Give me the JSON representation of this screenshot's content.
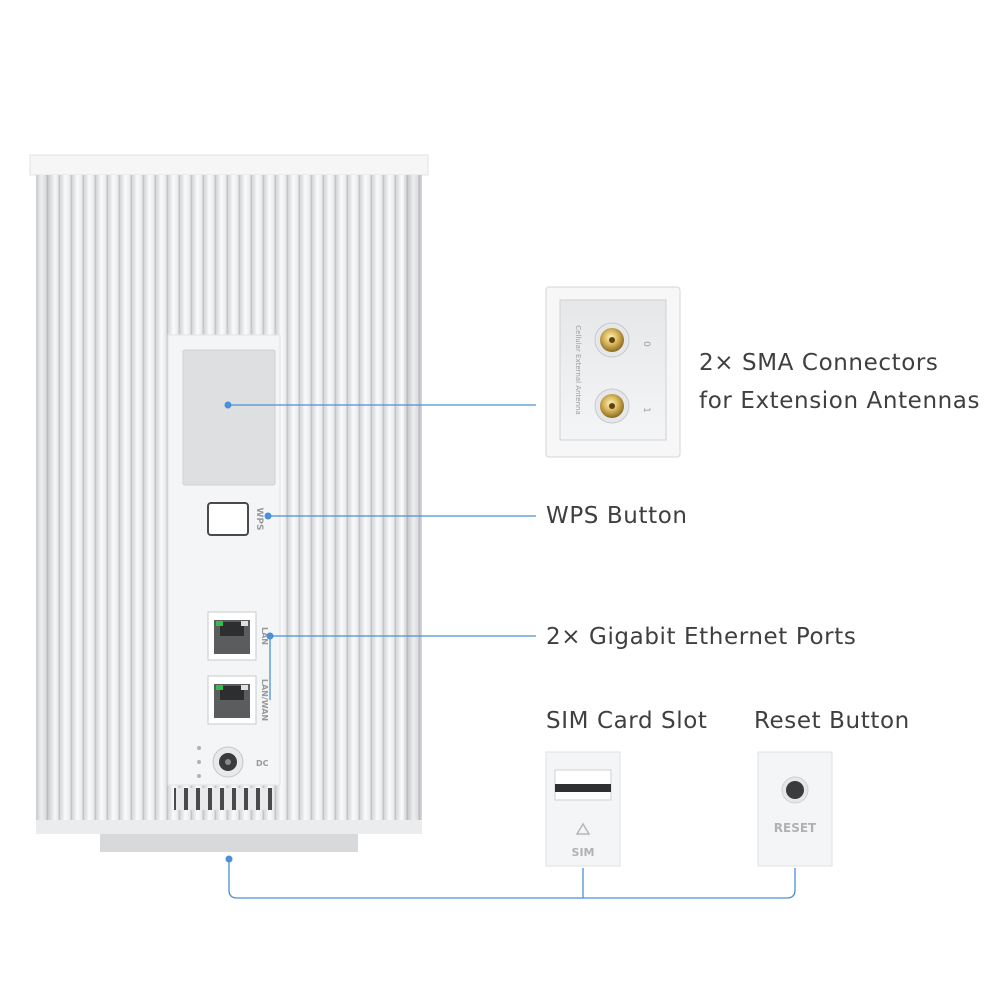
{
  "callouts": {
    "sma": {
      "line1": "2× SMA Connectors",
      "line2": "for Extension Antennas"
    },
    "wps": "WPS Button",
    "ethernet": "2× Gigabit Ethernet Ports",
    "sim": "SIM Card Slot",
    "reset": "Reset Button"
  },
  "device_labels": {
    "wps": "WPS",
    "lan": "LAN",
    "lan_wan": "LAN/WAN",
    "dc": "DC",
    "sim": "SIM",
    "reset": "RESET",
    "antenna_panel": "Cellular External Antenna",
    "antenna_port_0": "0",
    "antenna_port_1": "1"
  },
  "colors": {
    "leader_line": "#4a90d9",
    "device_body": "#f2f3f4",
    "fin_shadow": "#c9cbce",
    "text": "#3f3f3f"
  }
}
